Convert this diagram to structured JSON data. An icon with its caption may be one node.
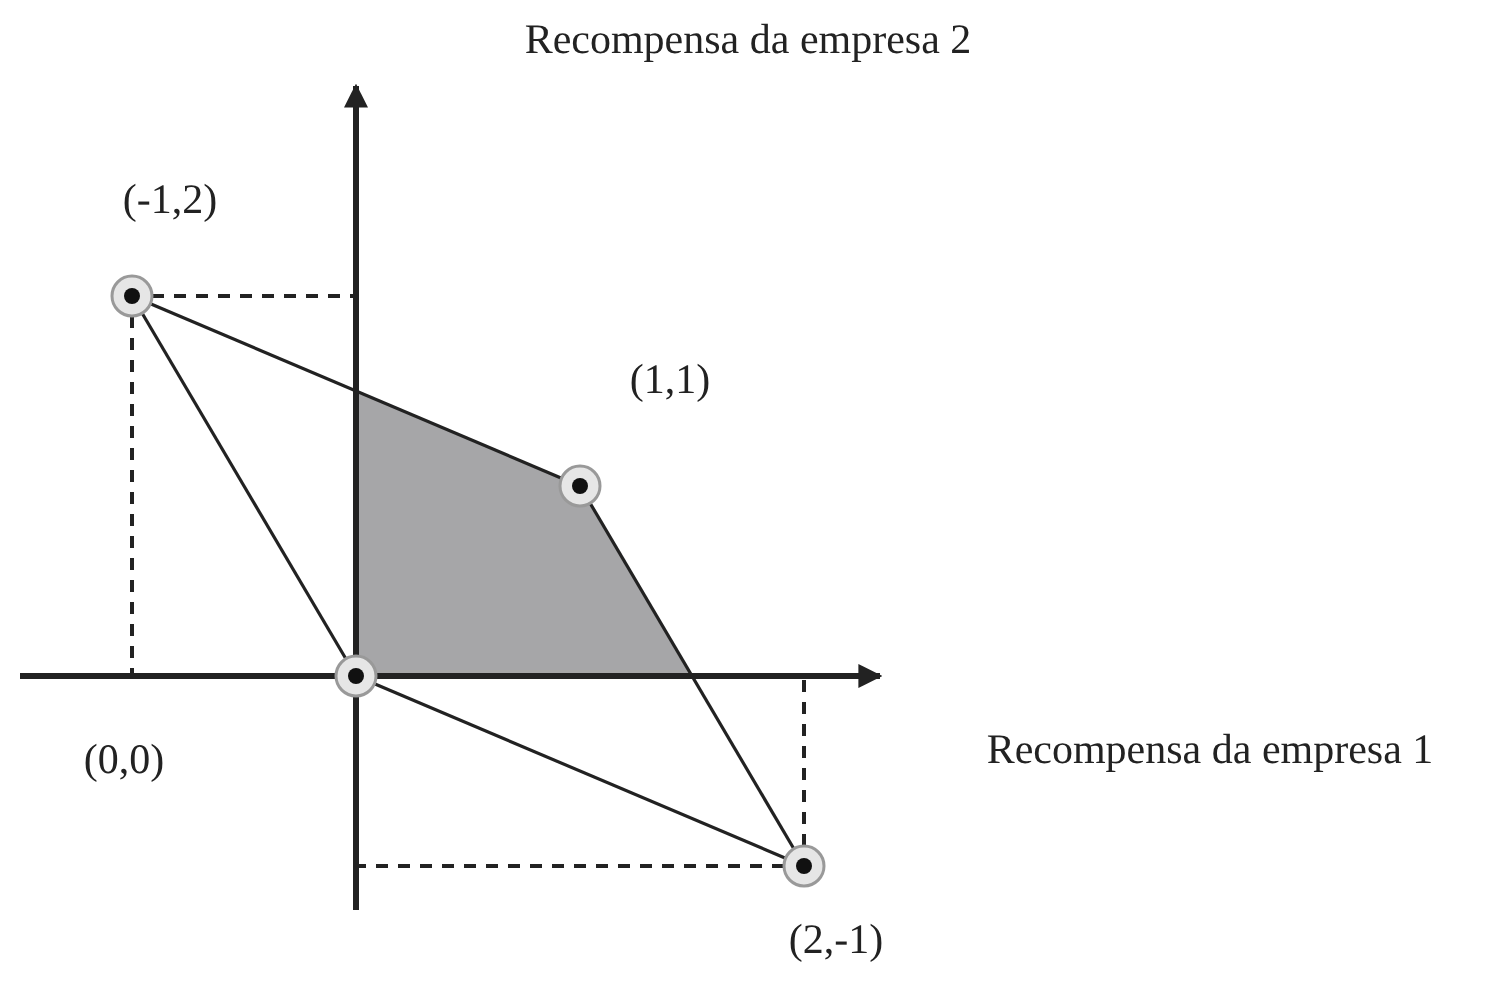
{
  "diagram": {
    "nodes": [
      {
        "text": [],
        "shape": "circle",
        "beside": [
          "(-1,2)"
        ]
      },
      {
        "text": [],
        "shape": "circle",
        "beside": [
          "(1,1)"
        ]
      },
      {
        "text": [],
        "shape": "circle",
        "beside": [
          "(2,-1)"
        ]
      },
      {
        "text": [],
        "shape": "circle"
      }
    ],
    "edges": [
      {
        "from": 0,
        "to": 1,
        "arrow": "none"
      },
      {
        "from": 1,
        "to": 2,
        "arrow": "none"
      },
      {
        "from": 2,
        "to": 3,
        "arrow": "none"
      },
      {
        "from": 3,
        "to": 0,
        "arrow": "none"
      }
    ],
    "labels": [
      "Recompensa da  empresa 2",
      "(0,0)",
      "Recompensa da  empresa 1"
    ]
  }
}
